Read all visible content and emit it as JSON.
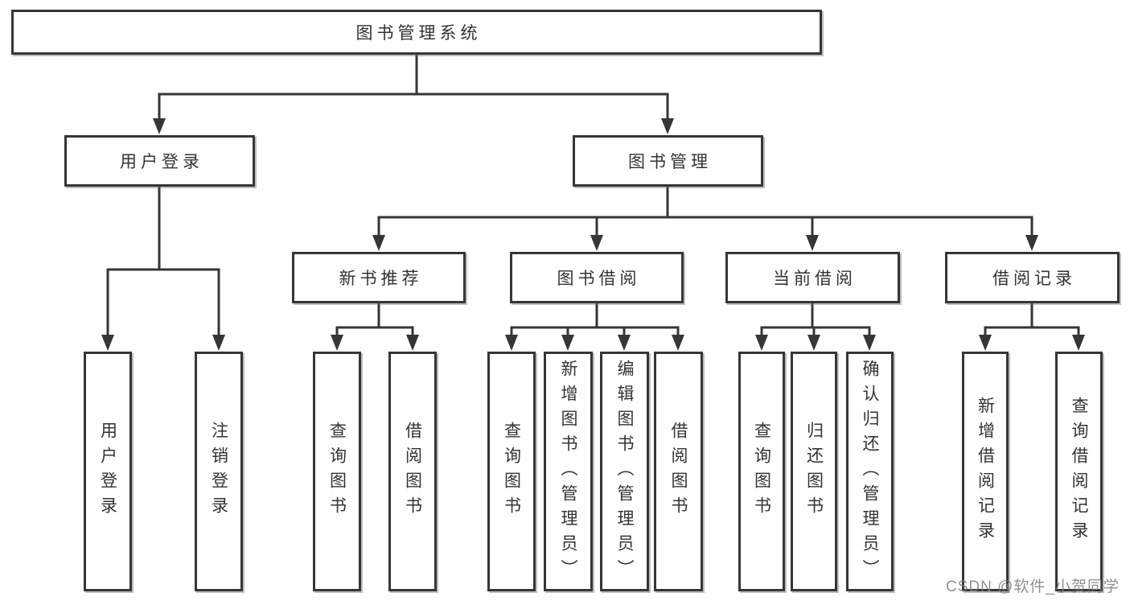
{
  "tree": {
    "root": "图书管理系统",
    "level2": {
      "user_login": "用户登录",
      "book_management": "图书管理"
    },
    "user_login_children": [
      "用户登录",
      "注销登录"
    ],
    "book_management_groups": [
      {
        "label": "新书推荐",
        "children": [
          "查询图书",
          "借阅图书"
        ]
      },
      {
        "label": "图书借阅",
        "children": [
          "查询图书",
          "新增图书（管理员）",
          "编辑图书（管理员）",
          "借阅图书"
        ]
      },
      {
        "label": "当前借阅",
        "children": [
          "查询图书",
          "归还图书",
          "确认归还（管理员）"
        ]
      },
      {
        "label": "借阅记录",
        "children": [
          "新增借阅记录",
          "查询借阅记录"
        ]
      }
    ]
  },
  "watermark": "CSDN @软件_小贺同学",
  "colors": {
    "line": "#363636",
    "box_border": "#363636",
    "box_fill": "#ffffff",
    "text": "#333333",
    "watermark": "#7d7d7d",
    "background": "#ffffff"
  }
}
